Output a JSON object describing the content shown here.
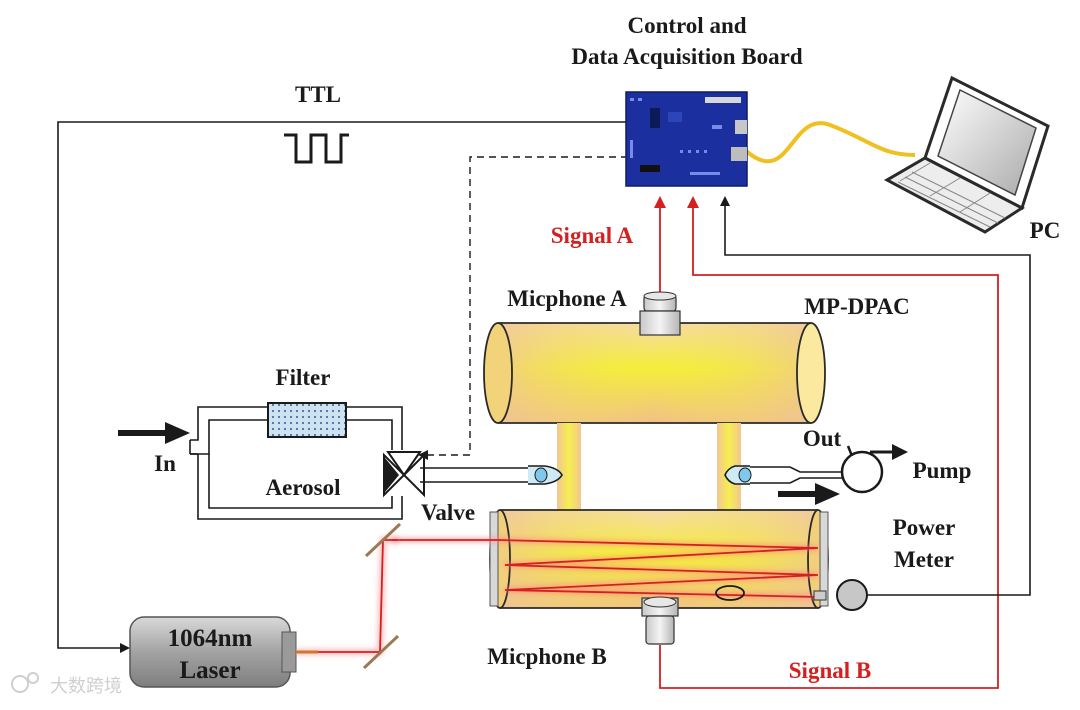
{
  "labels": {
    "board_title_line1": "Control and",
    "board_title_line2": "Data Acquisition Board",
    "ttl": "TTL",
    "pc": "PC",
    "signal_a": "Signal A",
    "signal_b": "Signal B",
    "micphone_a": "Micphone A",
    "micphone_b": "Micphone B",
    "mp_dpac": "MP-DPAC",
    "filter": "Filter",
    "in": "In",
    "aerosol": "Aerosol",
    "valve": "Valve",
    "out": "Out",
    "pump": "Pump",
    "power_meter_line1": "Power",
    "power_meter_line2": "Meter",
    "laser_line1": "1064nm",
    "laser_line2": "Laser"
  },
  "watermark": "大数跨境",
  "colors": {
    "signal_red": "#d42020",
    "wire_black": "#1a1a1a",
    "board_blue": "#1b2f9e",
    "cable_yellow": "#f0c020",
    "cell_yellow": "#f2e24a",
    "laser_body": "#a8a8a8"
  }
}
